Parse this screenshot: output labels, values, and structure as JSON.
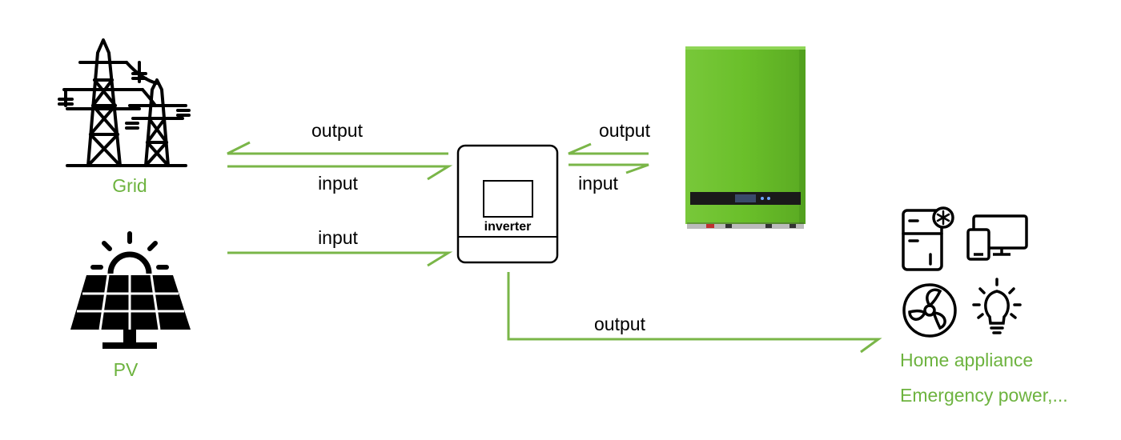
{
  "colors": {
    "accent": "#7ab648",
    "label_green": "#6db33f",
    "battery_body": "#6abf2a",
    "icon": "#000000"
  },
  "nodes": {
    "grid": {
      "label": "Grid",
      "icon": "power-pylon-icon"
    },
    "pv": {
      "label": "PV",
      "icon": "solar-panel-icon"
    },
    "inverter": {
      "label": "inverter",
      "icon": "inverter-icon"
    },
    "battery": {
      "label": "",
      "icon": "battery-storage-unit"
    },
    "loads": {
      "label": "Home appliance",
      "sublabel": "Emergency power,...",
      "icons": [
        "refrigerator-icon",
        "devices-icon",
        "fan-icon",
        "light-bulb-icon"
      ]
    }
  },
  "flows": {
    "grid_output": "output",
    "grid_input": "input",
    "pv_input": "input",
    "battery_output": "output",
    "battery_input": "input",
    "load_output": "output"
  }
}
